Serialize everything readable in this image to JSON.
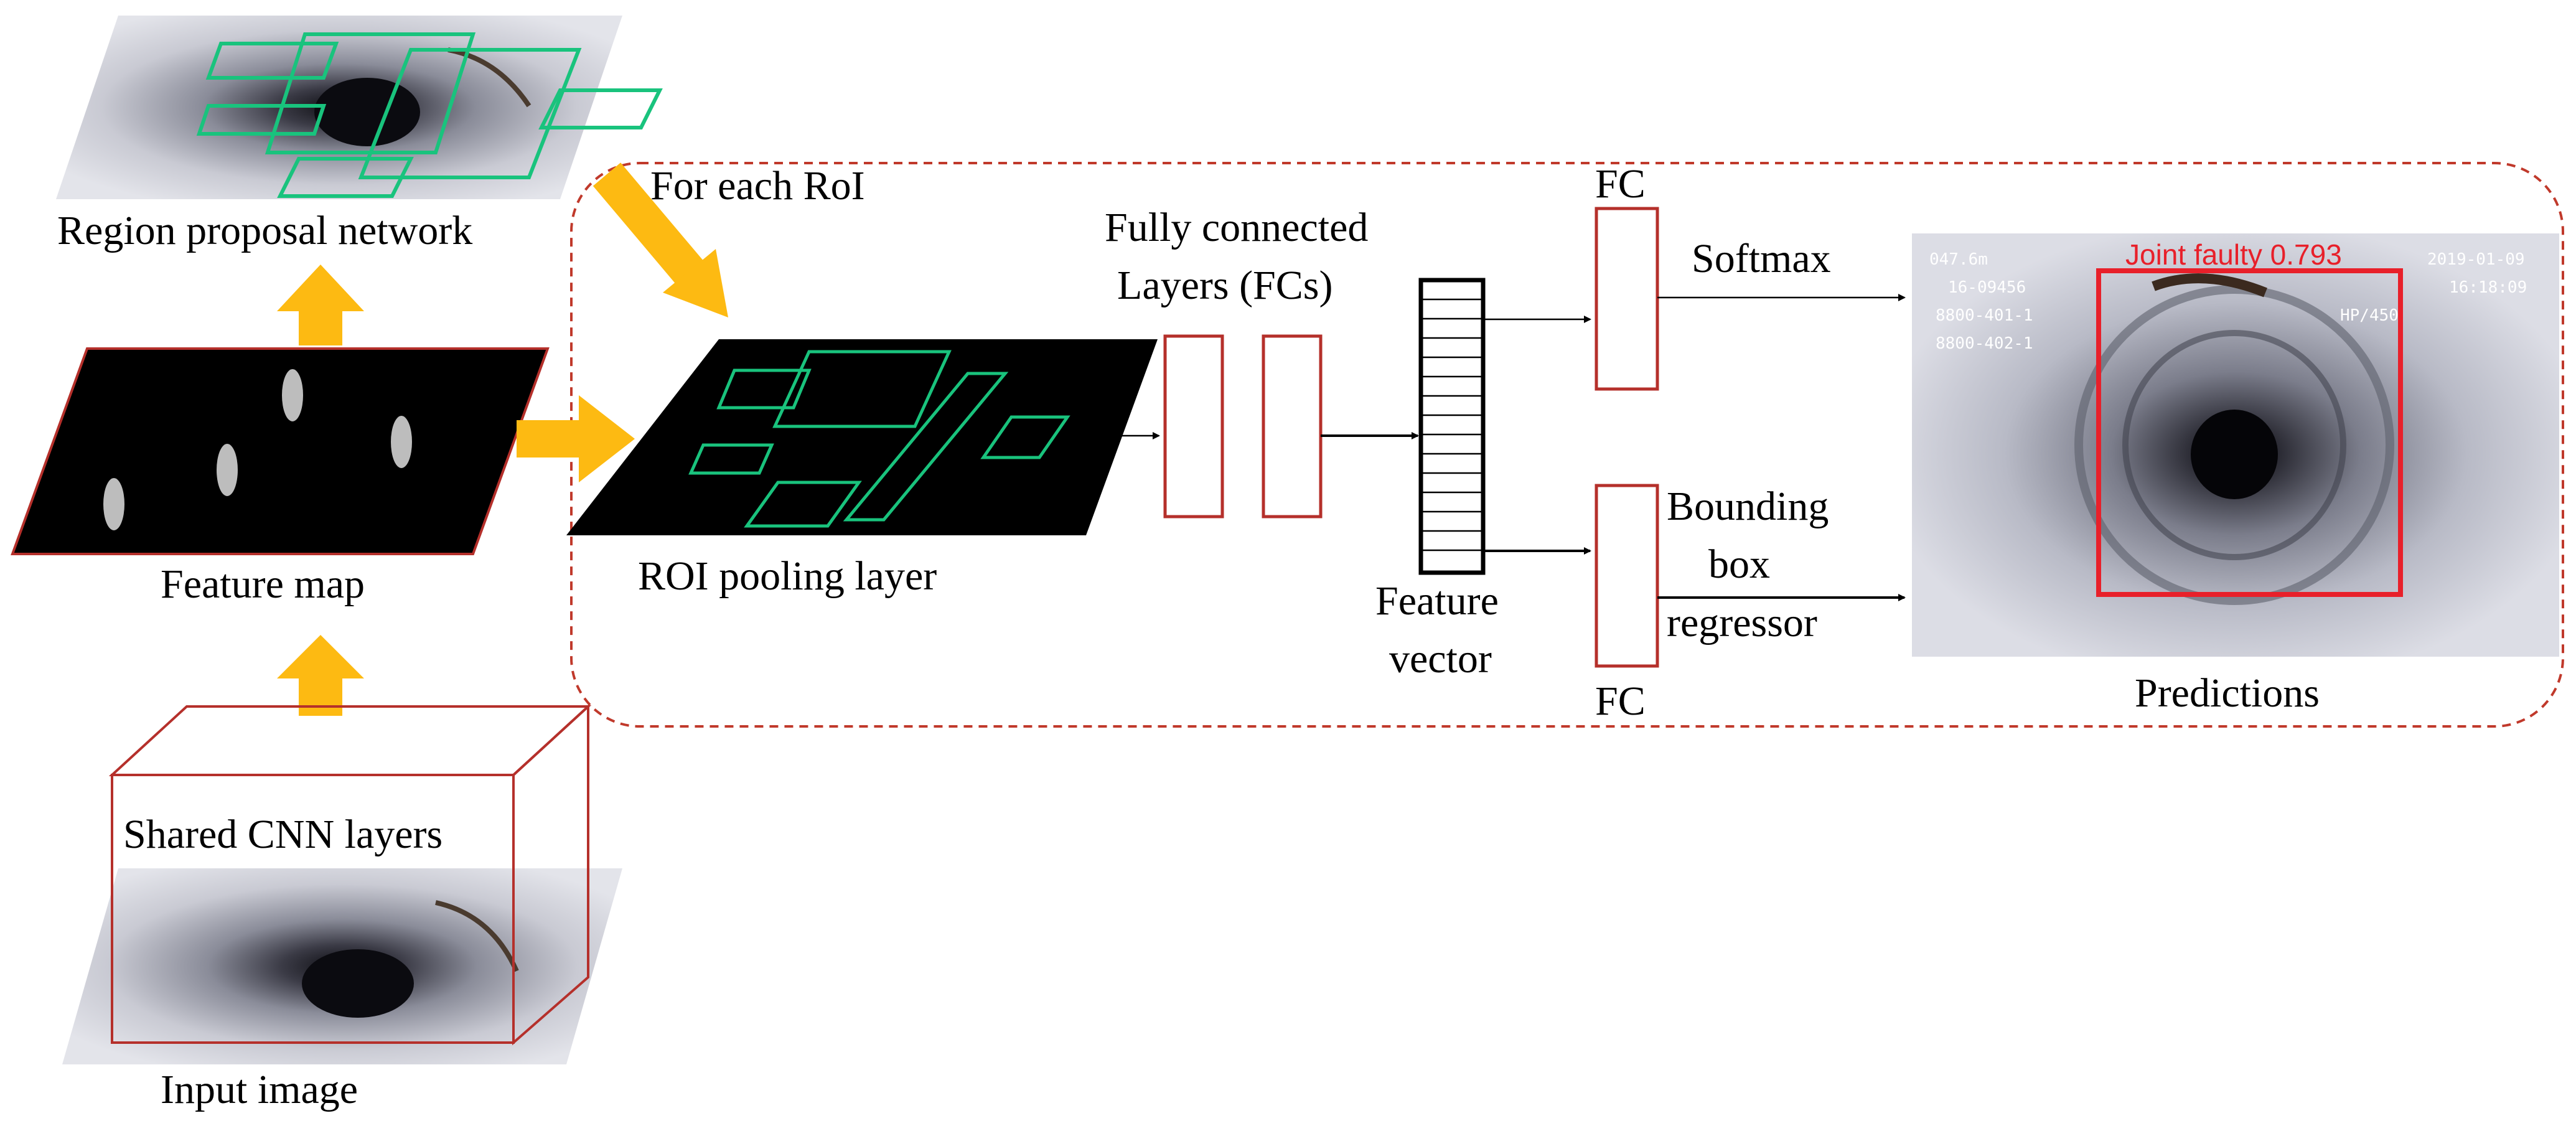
{
  "labels": {
    "rpn": "Region proposal network",
    "feature_map": "Feature map",
    "shared_cnn": "Shared CNN layers",
    "input_image": "Input image",
    "for_each_roi": "For each RoI",
    "roi_pooling": "ROI pooling layer",
    "fc_layers_line1": "Fully connected",
    "fc_layers_line2": "Layers (FCs)",
    "feature_vector_line1": "Feature",
    "feature_vector_line2": "vector",
    "fc_top": "FC",
    "fc_bottom": "FC",
    "softmax": "Softmax",
    "bbox_line1": "Bounding",
    "bbox_line2": "box",
    "bbox_line3": "regressor",
    "predictions": "Predictions"
  },
  "prediction_overlay": {
    "detection_label": "Joint faulty 0.793",
    "left_lines": [
      "047.6m",
      "16-09456",
      "8800-401-1",
      "8800-402-1"
    ],
    "right_lines": [
      "2019-01-09",
      "16:18:09"
    ],
    "camera_tag": "HP/450"
  },
  "colors": {
    "arrow": "#FDBA12",
    "red_outline": "#B5302B",
    "proposal_green": "#19C37D",
    "detection_red": "#E8202A",
    "dashed_border": "#C0392B"
  }
}
